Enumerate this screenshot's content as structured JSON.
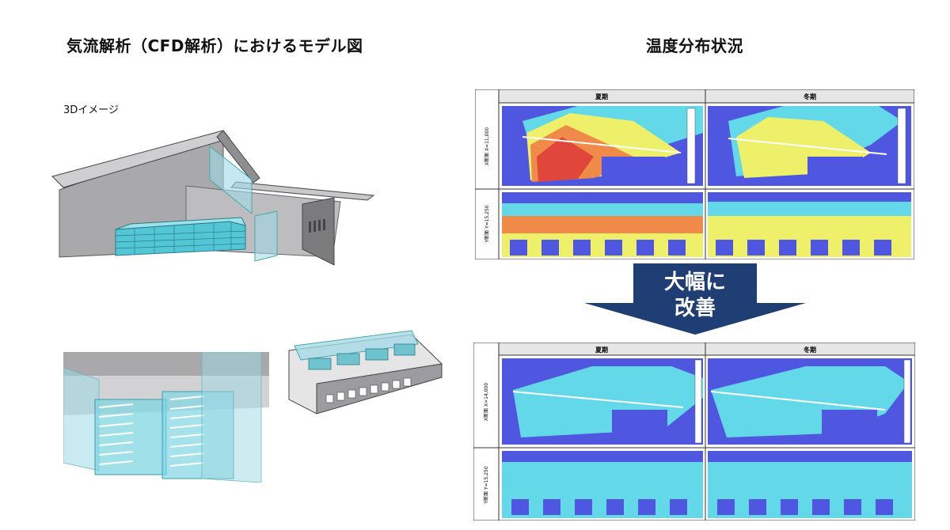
{
  "titles": {
    "left": "気流解析（CFD解析）におけるモデル図",
    "right": "温度分布状況"
  },
  "left_panel": {
    "label_3d": "3Dイメージ"
  },
  "grids": {
    "top": {
      "col_headers": [
        "夏期",
        "冬期"
      ],
      "row_labels": [
        "X断面 X=11,000",
        "Y断面 Y=15,250"
      ]
    },
    "bottom": {
      "col_headers": [
        "夏期",
        "冬期"
      ],
      "row_labels": [
        "X断面 X=14,000",
        "Y断面 Y=15,250"
      ]
    }
  },
  "arrow": {
    "line1": "大幅に",
    "line2": "改善",
    "color": "#1f3f74"
  },
  "colors": {
    "blue_bg": "#4f57e0",
    "cyan": "#63d8e8",
    "yellow": "#eef06a",
    "orange": "#f08a48",
    "red": "#e0463a"
  }
}
